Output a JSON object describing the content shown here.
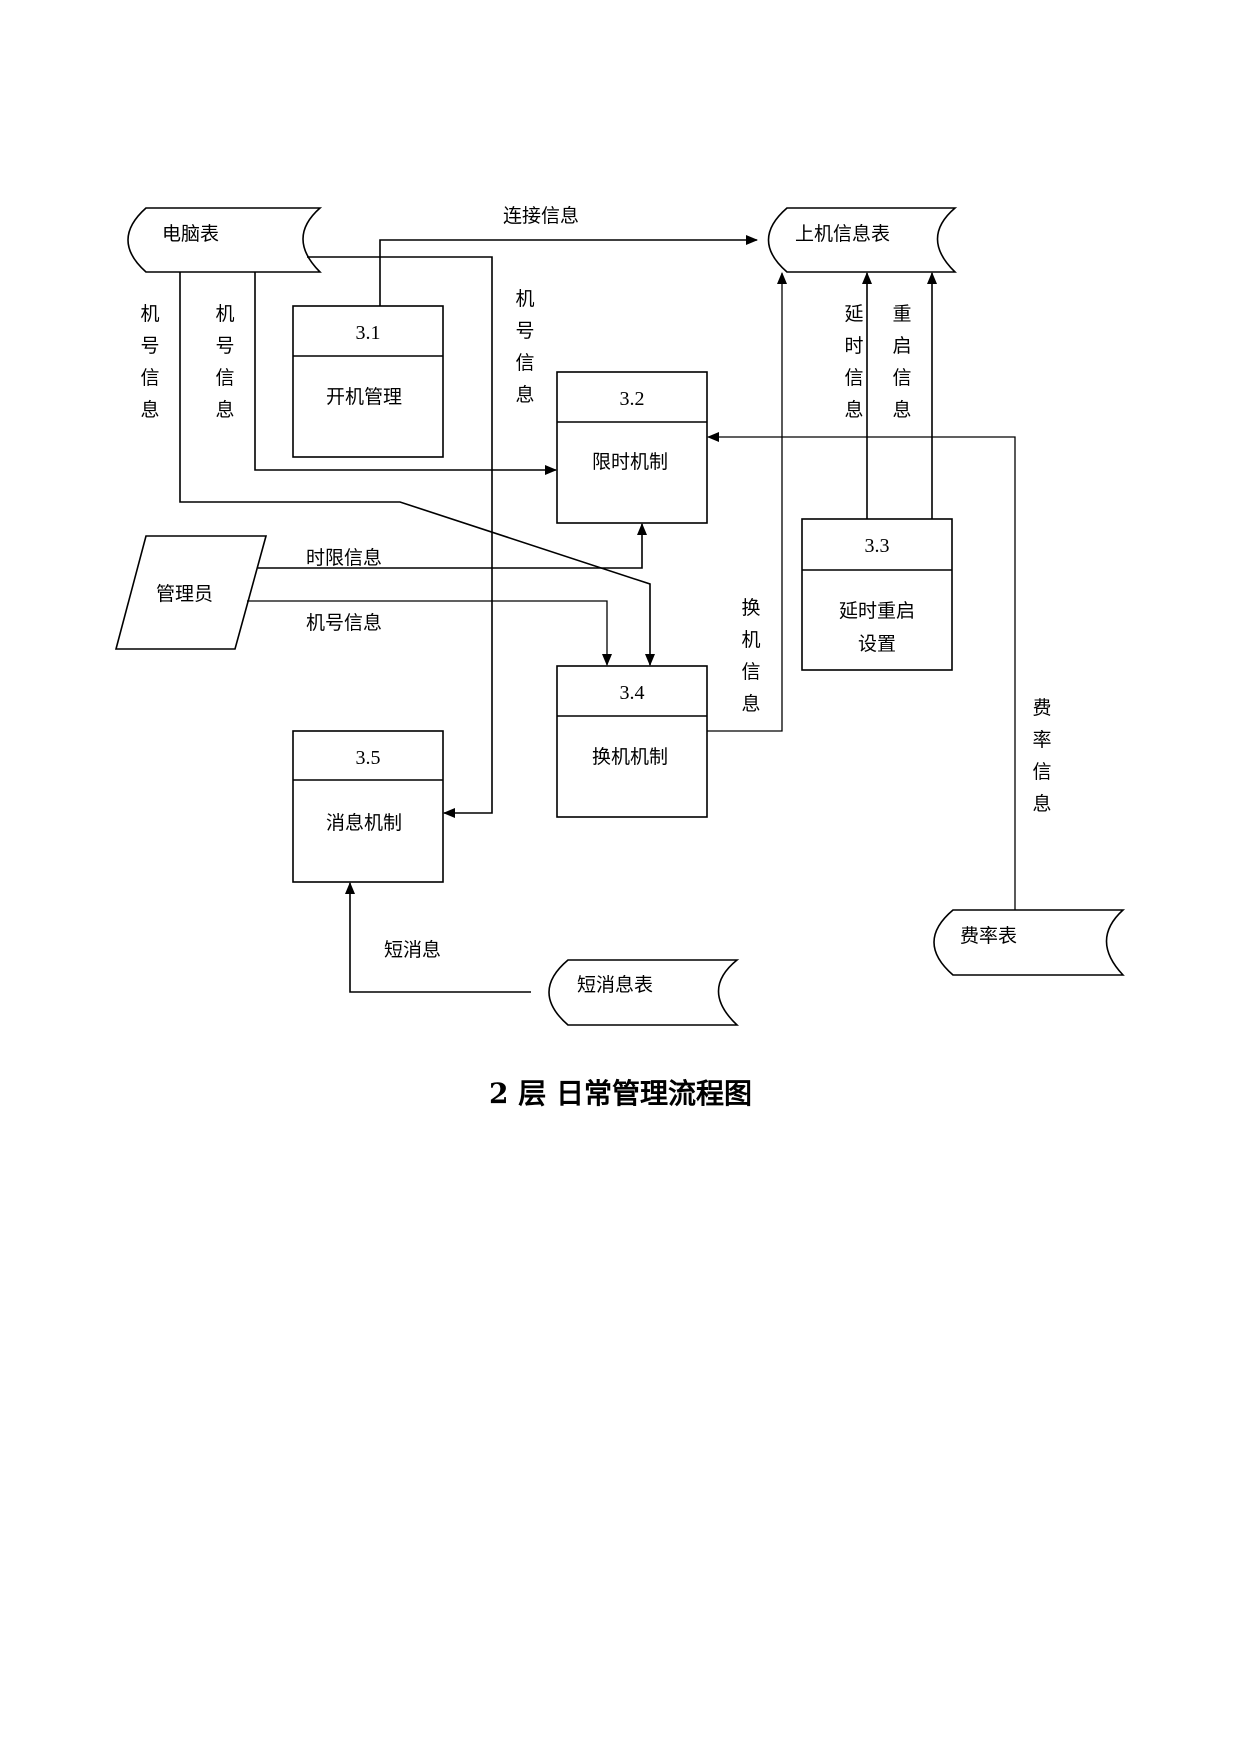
{
  "stores": {
    "computer": "电脑表",
    "online_info": "上机信息表",
    "rate": "费率表",
    "sms": "短消息表"
  },
  "entity": {
    "admin": "管理员"
  },
  "processes": [
    {
      "id": "3.1",
      "name": "开机管理"
    },
    {
      "id": "3.2",
      "name": "限时机制"
    },
    {
      "id": "3.3",
      "name": "延时重启",
      "name2": "设置"
    },
    {
      "id": "3.4",
      "name": "换机机制"
    },
    {
      "id": "3.5",
      "name": "消息机制"
    }
  ],
  "flows": {
    "connect_info": "连接信息",
    "machine_no_1": "机号信息",
    "machine_no_2": "机号信息",
    "machine_no_3": "机号信息",
    "time_limit": "时限信息",
    "machine_no_admin": "机号信息",
    "delay_info": "延时信息",
    "restart_info": "重启信息",
    "swap_info": "换机信息",
    "rate_info": "费率信息",
    "short_msg": "短消息"
  },
  "caption": "2 层  日常管理流程图"
}
